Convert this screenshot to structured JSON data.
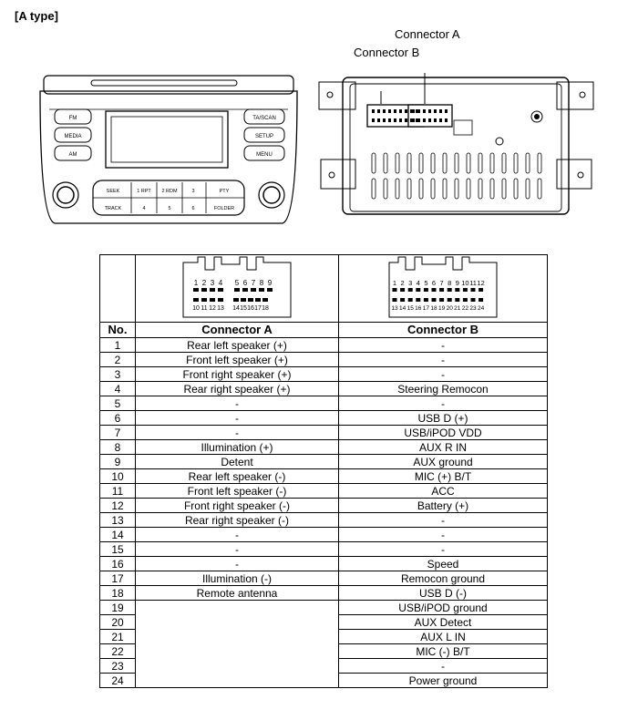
{
  "title": "[A type]",
  "front_panel": {
    "buttons": [
      "FM",
      "MEDIA",
      "AM",
      "TA/SCAN",
      "SETUP",
      "MENU",
      "SEEK",
      "TRACK",
      "1 RPT",
      "2 RDM",
      "3",
      "4",
      "5",
      "6",
      "PTY",
      "FOLDER"
    ]
  },
  "rear_labels": {
    "connector_a": "Connector A",
    "connector_b": "Connector B"
  },
  "connector_pins": {
    "a_top": [
      "1",
      "2",
      "3",
      "4",
      "5",
      "6",
      "7",
      "8",
      "9"
    ],
    "a_bottom": [
      "10",
      "11",
      "12",
      "13",
      "14",
      "15",
      "16",
      "17",
      "18"
    ],
    "b_top": [
      "1",
      "2",
      "3",
      "4",
      "5",
      "6",
      "7",
      "8",
      "9",
      "10",
      "11",
      "12"
    ],
    "b_bottom": [
      "13",
      "14",
      "15",
      "16",
      "17",
      "18",
      "19",
      "20",
      "21",
      "22",
      "23",
      "24"
    ]
  },
  "table": {
    "headers": [
      "No.",
      "Connector A",
      "Connector B"
    ],
    "rows": [
      [
        "1",
        "Rear left speaker (+)",
        "-"
      ],
      [
        "2",
        "Front left speaker (+)",
        "-"
      ],
      [
        "3",
        "Front right speaker (+)",
        "-"
      ],
      [
        "4",
        "Rear right speaker (+)",
        "Steering Remocon"
      ],
      [
        "5",
        "-",
        "-"
      ],
      [
        "6",
        "-",
        "USB D (+)"
      ],
      [
        "7",
        "-",
        "USB/iPOD VDD"
      ],
      [
        "8",
        "Illumination (+)",
        "AUX R IN"
      ],
      [
        "9",
        "Detent",
        "AUX ground"
      ],
      [
        "10",
        "Rear left speaker (-)",
        "MIC (+) B/T"
      ],
      [
        "11",
        "Front left speaker (-)",
        "ACC"
      ],
      [
        "12",
        "Front right speaker (-)",
        "Battery (+)"
      ],
      [
        "13",
        "Rear right speaker (-)",
        "-"
      ],
      [
        "14",
        "-",
        "-"
      ],
      [
        "15",
        "-",
        "-"
      ],
      [
        "16",
        "-",
        "Speed"
      ],
      [
        "17",
        "Illumination (-)",
        "Remocon ground"
      ],
      [
        "18",
        "Remote antenna",
        "USB D (-)"
      ],
      [
        "19",
        "",
        "USB/iPOD ground"
      ],
      [
        "20",
        "",
        "AUX Detect"
      ],
      [
        "21",
        "",
        "AUX L IN"
      ],
      [
        "22",
        "",
        "MIC (-) B/T"
      ],
      [
        "23",
        "",
        "-"
      ],
      [
        "24",
        "",
        "Power ground"
      ]
    ]
  }
}
